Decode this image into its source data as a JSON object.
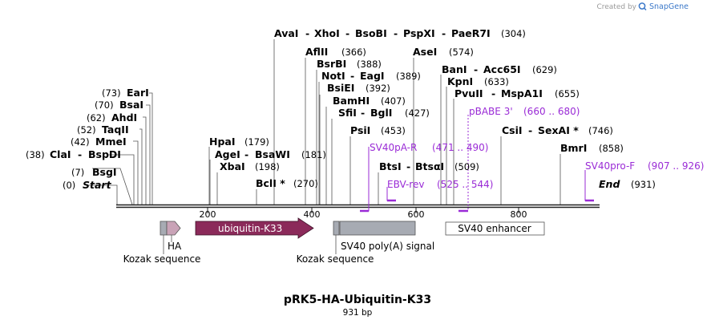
{
  "credit": {
    "created_by": "Created by",
    "brand": "SnapGene",
    "brand_color": "#3b78c9"
  },
  "plasmid": {
    "name": "pRK5-HA-Ubiquitin-K33",
    "length_label": "931 bp",
    "length": 931
  },
  "ticks": [
    "200",
    "400",
    "600",
    "800"
  ],
  "start_label": "Start",
  "start_pos": "(0)",
  "end_label": "End",
  "end_pos": "(931)",
  "sites": {
    "BsgI": {
      "name": "BsgI",
      "pos": "(7)"
    },
    "ClaI": {
      "name": "ClaI",
      "pos": "(38)"
    },
    "BspDI": {
      "name": "BspDI"
    },
    "MmeI": {
      "name": "MmeI",
      "pos": "(42)"
    },
    "TaqII": {
      "name": "TaqII",
      "pos": "(52)"
    },
    "AhdI": {
      "name": "AhdI",
      "pos": "(62)"
    },
    "BsaI": {
      "name": "BsaI",
      "pos": "(70)"
    },
    "EarI": {
      "name": "EarI",
      "pos": "(73)"
    },
    "HpaI": {
      "name": "HpaI",
      "pos": "(179)"
    },
    "AgeI": {
      "name": "AgeI"
    },
    "BsaWI": {
      "name": "BsaWI",
      "pos": "(181)"
    },
    "XbaI": {
      "name": "XbaI",
      "pos": "(198)"
    },
    "BclI": {
      "name": "BclI *",
      "pos": "(270)"
    },
    "AvaI": {
      "name": "AvaI"
    },
    "XhoI": {
      "name": "XhoI"
    },
    "BsoBI": {
      "name": "BsoBI"
    },
    "PspXI": {
      "name": "PspXI"
    },
    "PaeR7I": {
      "name": "PaeR7I",
      "pos": "(304)"
    },
    "AflII": {
      "name": "AflII",
      "pos": "(366)"
    },
    "BsrBI": {
      "name": "BsrBI",
      "pos": "(388)"
    },
    "NotI": {
      "name": "NotI"
    },
    "EagI": {
      "name": "EagI",
      "pos": "(389)"
    },
    "BsiEI": {
      "name": "BsiEI",
      "pos": "(392)"
    },
    "BamHI": {
      "name": "BamHI",
      "pos": "(407)"
    },
    "SfiI": {
      "name": "SfiI"
    },
    "BglI": {
      "name": "BglI",
      "pos": "(427)"
    },
    "PsiI": {
      "name": "PsiI",
      "pos": "(453)"
    },
    "AseI": {
      "name": "AseI",
      "pos": "(574)"
    },
    "BtsI": {
      "name": "BtsI"
    },
    "BtsαI": {
      "name": "BtsαI",
      "pos": "(509)"
    },
    "BanI": {
      "name": "BanI"
    },
    "Acc65I": {
      "name": "Acc65I",
      "pos": "(629)"
    },
    "KpnI": {
      "name": "KpnI",
      "pos": "(633)"
    },
    "PvuII": {
      "name": "PvuII"
    },
    "MspA1I": {
      "name": "MspA1I",
      "pos": "(655)"
    },
    "CsiI": {
      "name": "CsiI"
    },
    "SexAI": {
      "name": "SexAI *",
      "pos": "(746)"
    },
    "BmrI": {
      "name": "BmrI",
      "pos": "(858)"
    }
  },
  "primers": {
    "SV40pA_R": {
      "name": "SV40pA-R",
      "range": "(471 .. 490)"
    },
    "EBV_rev": {
      "name": "EBV-rev",
      "range": "(525 .. 544)"
    },
    "pBABE_3": {
      "name": "pBABE 3'",
      "range": "(660 .. 680)"
    },
    "SV40pro_F": {
      "name": "SV40pro-F",
      "range": "(907 .. 926)"
    }
  },
  "features": {
    "HA": "HA",
    "kozak1": "Kozak sequence",
    "ubiquitin": "ubiquitin-K33",
    "kozak2": "Kozak sequence",
    "sv40polyA": "SV40 poly(A) signal",
    "sv40enhancer": "SV40 enhancer"
  },
  "colors": {
    "ubiquitin": "#8b2a5a",
    "HA_tag": "#c9a3b7",
    "gray_feature": "#a7abb3",
    "primer": "#9a2bd6"
  }
}
